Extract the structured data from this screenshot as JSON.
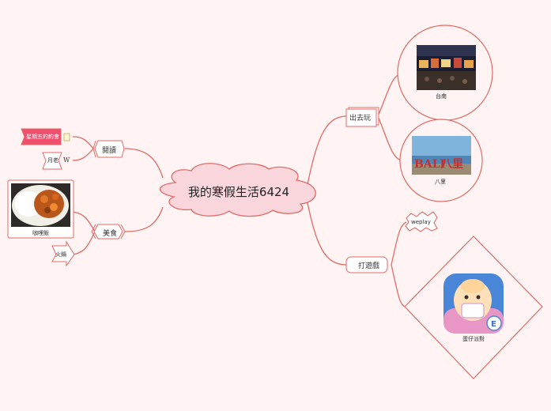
{
  "center": {
    "title": "我的寒假生活6424"
  },
  "branches": {
    "go_out": {
      "label": "出去玩",
      "children": [
        {
          "caption": "台南"
        },
        {
          "caption": "八里"
        }
      ]
    },
    "games": {
      "label": "打遊戲",
      "children": [
        {
          "caption": "weplay"
        },
        {
          "caption": "蛋仔派對"
        }
      ]
    },
    "reading": {
      "label": "閱讀",
      "children": [
        {
          "caption": "星期五的約會"
        },
        {
          "caption": "月老"
        }
      ]
    },
    "food": {
      "label": "美食",
      "children": [
        {
          "caption": "咖哩飯"
        },
        {
          "caption": "火鍋"
        }
      ]
    }
  },
  "colors": {
    "background": "#fff4f3",
    "line": "#e06a66",
    "center_fill": "#f9d6dc",
    "tag_fill": "#f0506e"
  }
}
